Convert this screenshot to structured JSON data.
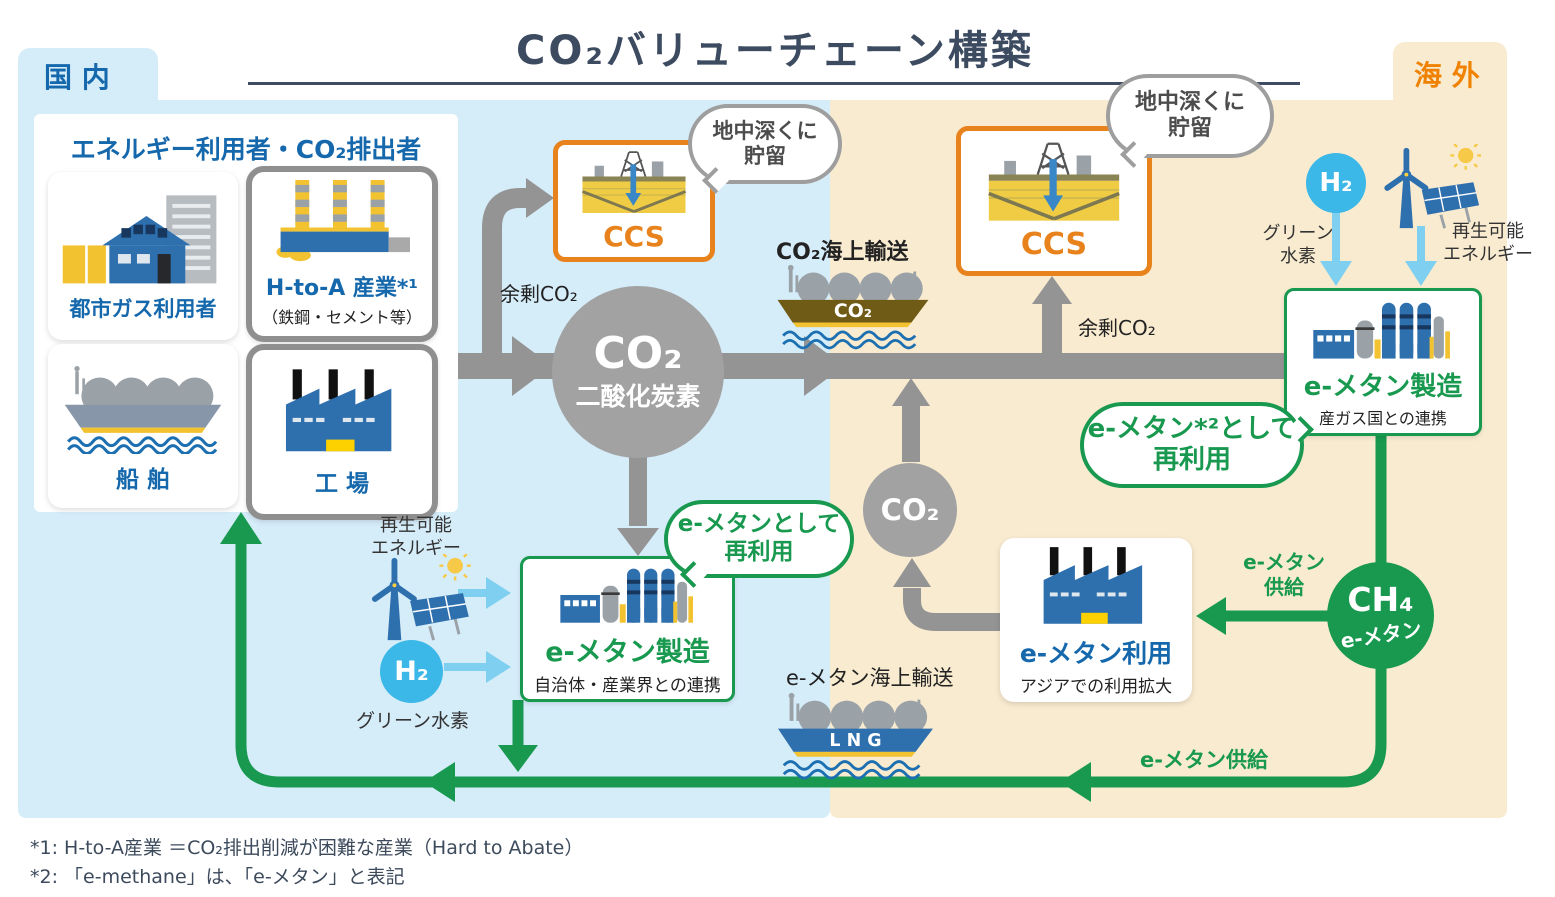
{
  "title": "CO₂バリューチェーン構築",
  "regions": {
    "domestic": "国 内",
    "overseas": "海 外"
  },
  "emitters": {
    "header": "エネルギー利用者・CO₂排出者",
    "city_gas": "都市ガス利用者",
    "h_to_a": {
      "title": "H-to-A 産業*¹",
      "subtitle": "（鉄鋼・セメント等）"
    },
    "ship": "船 舶",
    "factory": "工 場"
  },
  "ccs": {
    "left": {
      "label": "CCS",
      "bubble_line1": "地中深くに",
      "bubble_line2": "貯留"
    },
    "right": {
      "label": "CCS",
      "bubble_line1": "地中深くに",
      "bubble_line2": "貯留"
    }
  },
  "co2_hub": {
    "formula": "CO₂",
    "name": "二酸化炭素"
  },
  "co2_mid": "CO₂",
  "surplus_co2_left": "余剰CO₂",
  "surplus_co2_right": "余剰CO₂",
  "sea_transport_co2": {
    "label": "CO₂海上輸送",
    "ship_text": "CO₂"
  },
  "sea_transport_emethane": {
    "label": "e-メタン海上輸送",
    "ship_text": "L N G"
  },
  "hydrogen_top": {
    "formula": "H₂",
    "caption_line1": "グリーン",
    "caption_line2": "水素"
  },
  "hydrogen_left": {
    "formula": "H₂",
    "caption": "グリーン水素"
  },
  "renewable_top": {
    "line1": "再生可能",
    "line2": "エネルギー"
  },
  "renewable_left": {
    "line1": "再生可能",
    "line2": "エネルギー"
  },
  "emethane_plant_overseas": {
    "title": "e-メタン製造",
    "subtitle": "産ガス国との連携"
  },
  "emethane_plant_domestic": {
    "title": "e-メタン製造",
    "subtitle": "自治体・産業界との連携"
  },
  "emethane_use": {
    "title": "e-メタン利用",
    "subtitle": "アジアでの利用拡大"
  },
  "reuse_bubble_overseas": {
    "line1": "e-メタン*²として",
    "line2": "再利用"
  },
  "reuse_bubble_domestic": {
    "line1": "e-メタンとして",
    "line2": "再利用"
  },
  "ch4": {
    "formula": "CH₄",
    "name": "e-メタン"
  },
  "supply_mid": {
    "line1": "e-メタン",
    "line2": "供給"
  },
  "supply_bottom": "e-メタン供給",
  "footnotes": [
    "*1: H-to-A産業 ＝CO₂排出削減が困難な産業（Hard to Abate）",
    "*2: 「e-methane」は、「e-メタン」と表記"
  ],
  "colors": {
    "green": "#18994f",
    "orange": "#e8821c",
    "blue": "#1568ac",
    "cyan": "#3bb8e8",
    "gray_flow": "#949494",
    "navy": "#3d4b61",
    "domestic_bg": "#d5ecf9",
    "overseas_bg": "#f9ebd0"
  }
}
